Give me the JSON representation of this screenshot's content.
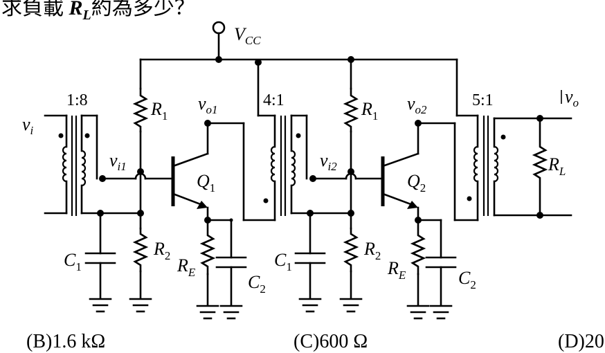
{
  "question_text": "求負載 R_L 約為多少？",
  "question_prefix": "求負載 ",
  "question_symbol": "R",
  "question_symbol_sub": "L",
  "question_suffix": "約為多少？",
  "labels": {
    "vcc_main": "V",
    "vcc_sub": "CC",
    "vi_main": "v",
    "vi_sub": "i",
    "vi1_main": "v",
    "vi1_sub": "i1",
    "vo1_main": "v",
    "vo1_sub": "o1",
    "vi2_main": "v",
    "vi2_sub": "i2",
    "vo2_main": "v",
    "vo2_sub": "o2",
    "vo_main": "v",
    "vo_sub": "o",
    "ratio1": "1:8",
    "ratio2": "4:1",
    "ratio3": "5:1",
    "r1_main": "R",
    "r1_sub": "1",
    "r2_main": "R",
    "r2_sub": "2",
    "re_main": "R",
    "re_sub": "E",
    "rl_main": "R",
    "rl_sub": "L",
    "c1_main": "C",
    "c1_sub": "1",
    "c2_main": "C",
    "c2_sub": "2",
    "q1_main": "Q",
    "q1_sub": "1",
    "q2_main": "Q",
    "q2_sub": "2"
  },
  "options": {
    "b": "(B)1.6 kΩ",
    "c": "(C)600 Ω",
    "d": "(D)20"
  }
}
